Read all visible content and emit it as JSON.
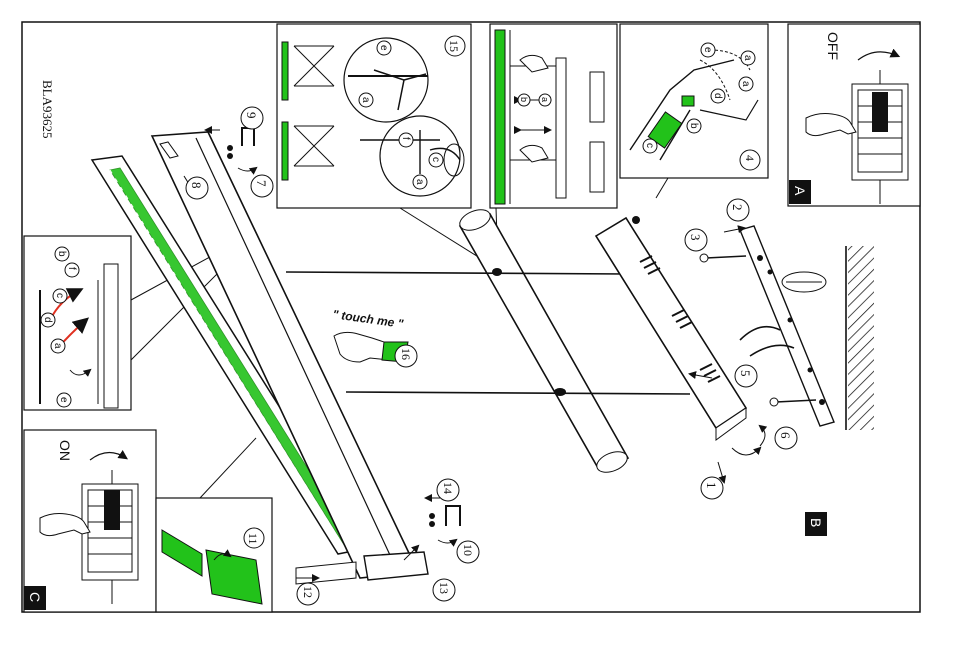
{
  "model_code": "BLA93625",
  "touch_label": "\" touch me \"",
  "switch_off_label": "OFF",
  "switch_on_label": "ON",
  "section_markers": [
    "A",
    "B",
    "C"
  ],
  "step_numbers": [
    "1",
    "2",
    "3",
    "4",
    "5",
    "6",
    "7",
    "8",
    "9",
    "10",
    "11",
    "12",
    "13",
    "14",
    "15",
    "16"
  ],
  "part_letters": [
    "a",
    "b",
    "c",
    "d",
    "e",
    "f"
  ],
  "colors": {
    "line": "#111111",
    "accent_green": "#22c21a",
    "paper": "#ffffff"
  }
}
